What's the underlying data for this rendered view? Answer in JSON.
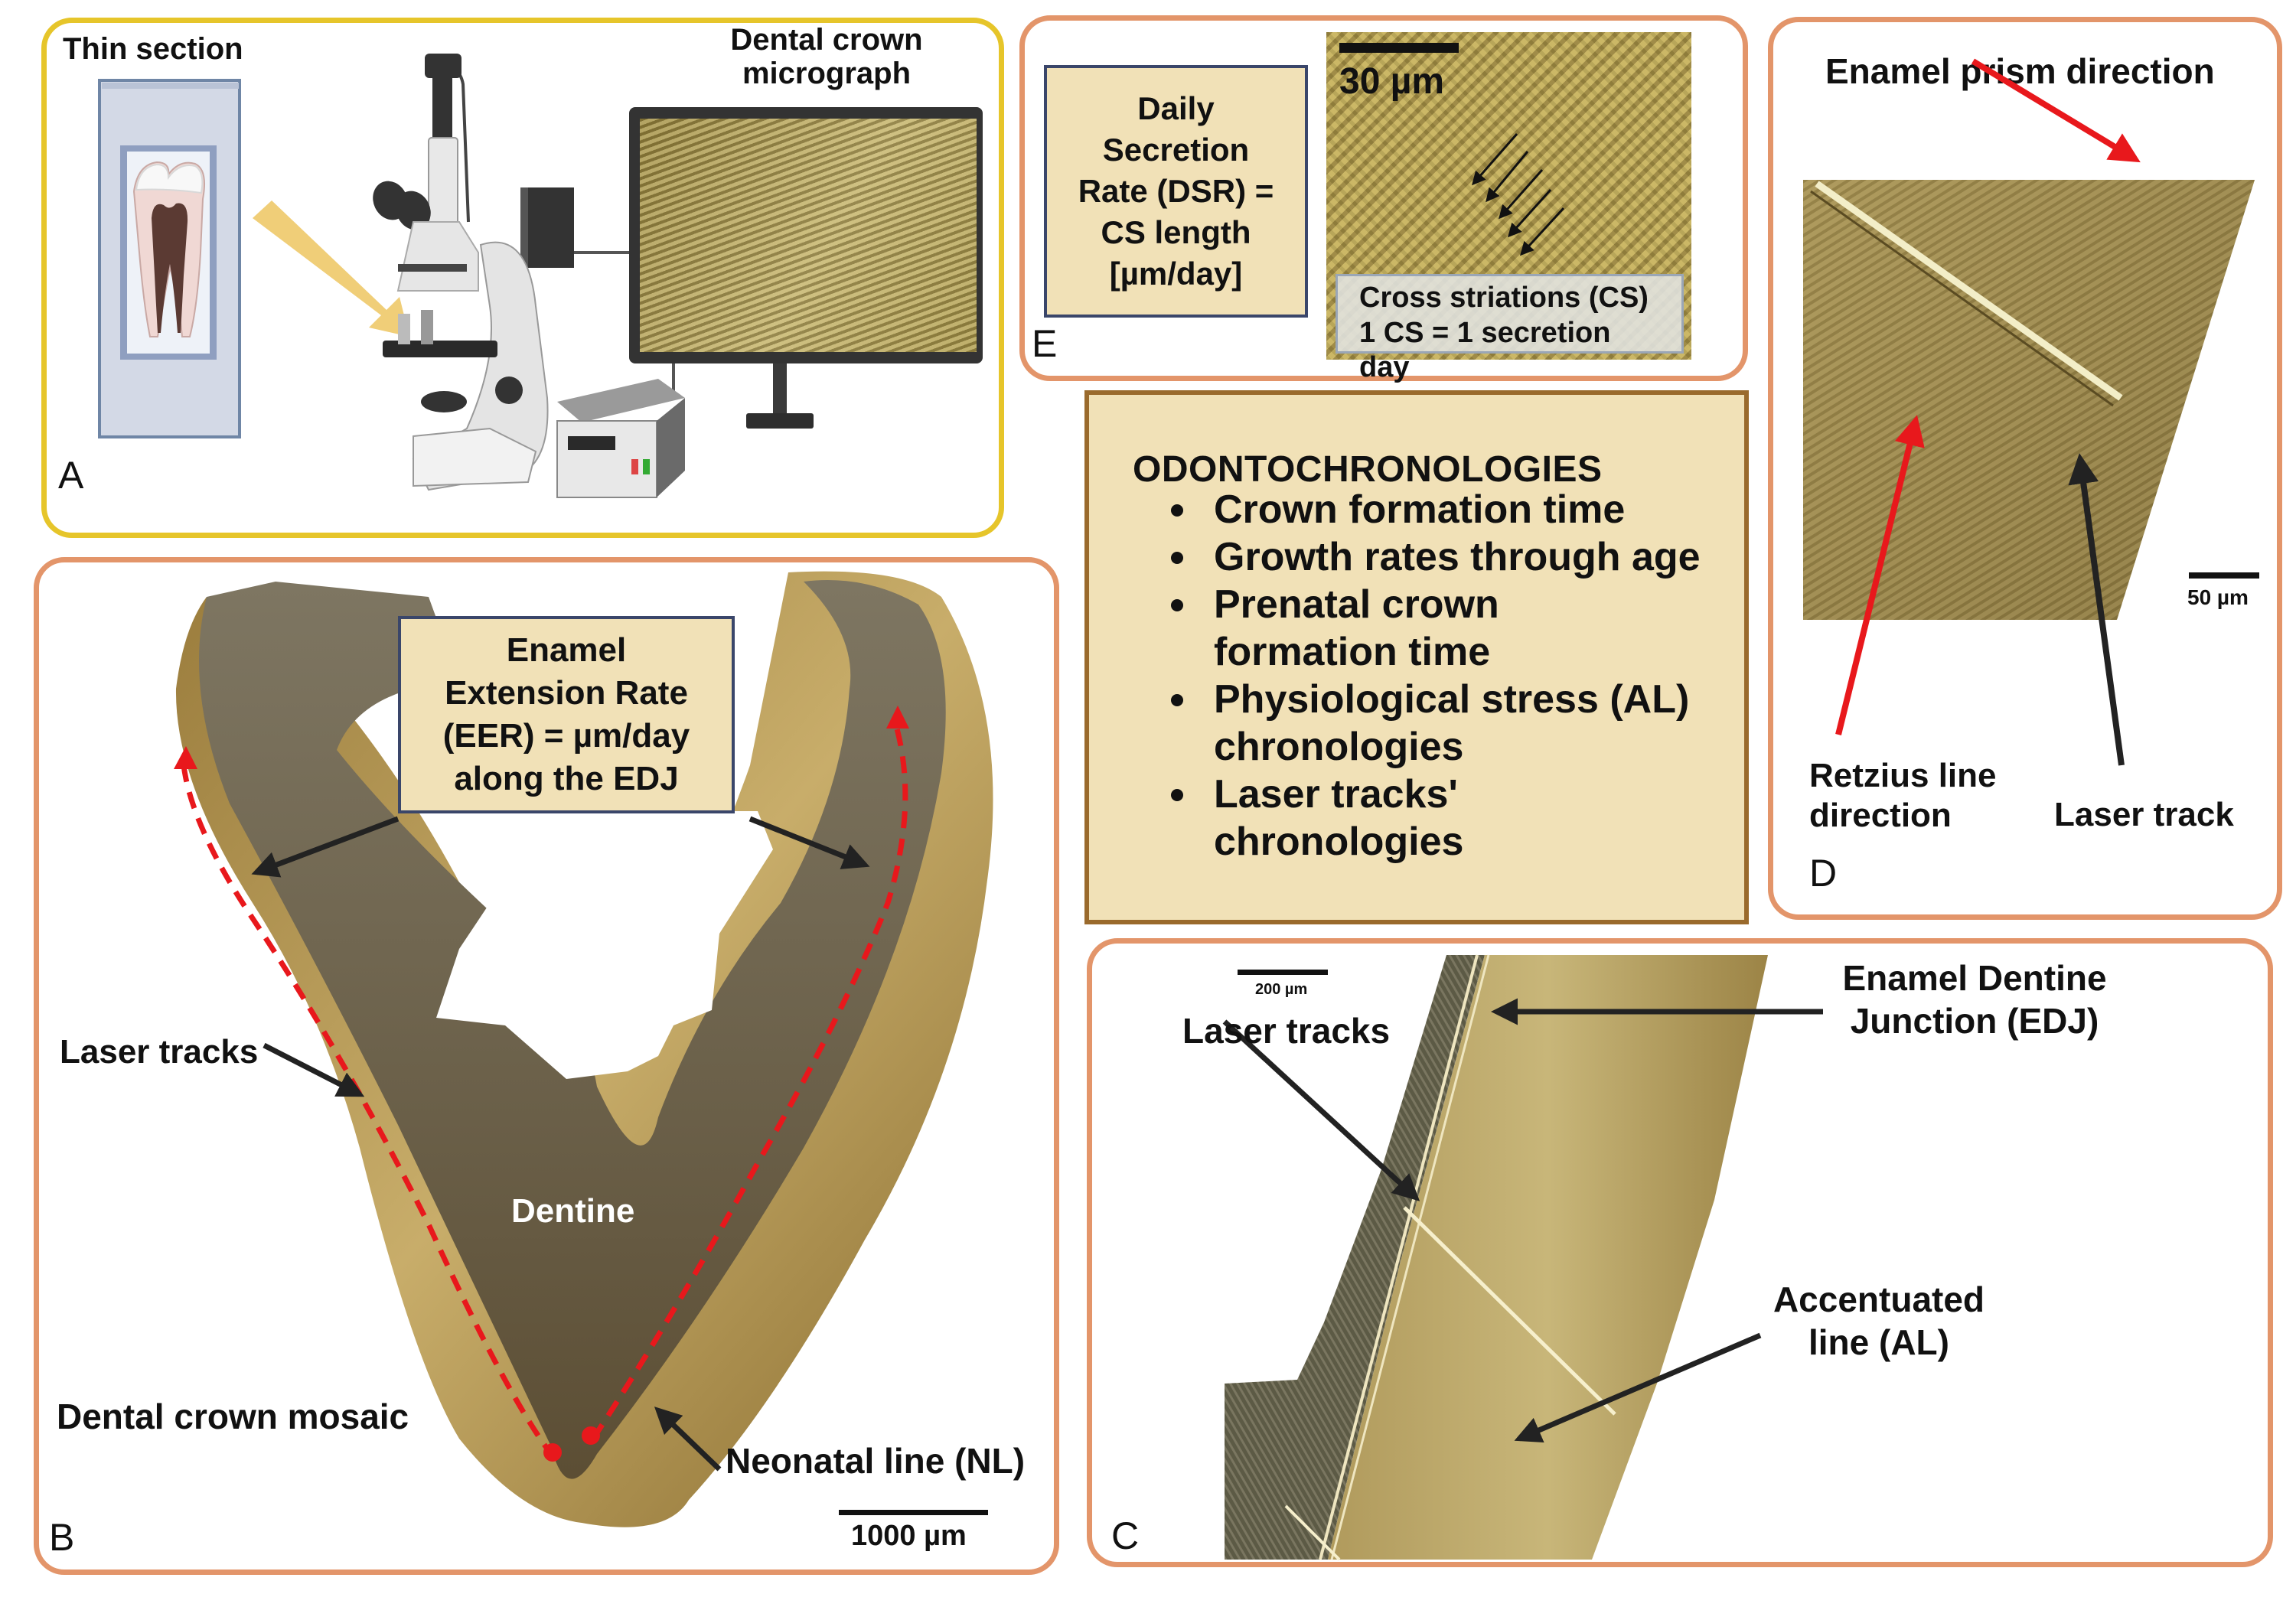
{
  "figure": {
    "panel_a": {
      "letter": "A",
      "thin_section_label": "Thin section",
      "micrograph_label_line1": "Dental crown",
      "micrograph_label_line2": "micrograph"
    },
    "panel_b": {
      "letter": "B",
      "eer_box": [
        "Enamel",
        "Extension Rate",
        "(EER) = µm/day",
        "along the EDJ"
      ],
      "laser_tracks_label": "Laser tracks",
      "dentine_label": "Dentine",
      "mosaic_label": "Dental crown mosaic",
      "neonatal_label": "Neonatal line (NL)",
      "scale_bar_label": "1000 µm"
    },
    "panel_e": {
      "letter": "E",
      "dsr_box": [
        "Daily",
        "Secretion",
        "Rate (DSR) =",
        "CS length",
        "[µm/day]"
      ],
      "scale_bar_label": "30 µm",
      "cs_caption_line1": "Cross striations (CS)",
      "cs_caption_line2": "1 CS = 1 secretion day"
    },
    "odontochronologies": {
      "title": "ODONTOCHRONOLOGIES",
      "items": [
        [
          "Crown formation time"
        ],
        [
          "Growth rates through age"
        ],
        [
          "Prenatal crown",
          "formation time"
        ],
        [
          "Physiological stress (AL)",
          "chronologies"
        ],
        [
          "Laser tracks'",
          "chronologies"
        ]
      ]
    },
    "panel_d": {
      "letter": "D",
      "prism_label": "Enamel prism direction",
      "retzius_label_line1": "Retzius line",
      "retzius_label_line2": "direction",
      "laser_track_label": "Laser track",
      "scale_bar_label": "50 µm"
    },
    "panel_c": {
      "letter": "C",
      "scale_bar_label": "200 µm",
      "laser_tracks_label": "Laser tracks",
      "edj_label_line1": "Enamel Dentine",
      "edj_label_line2": "Junction (EDJ)",
      "al_label_line1": "Accentuated",
      "al_label_line2": "line (AL)"
    }
  },
  "colors": {
    "panel_a_border": "#e6c52a",
    "panel_border": "#e3956a",
    "box_fill": "#f1e1b7",
    "box_border_navy": "#3a466a",
    "box_border_brown": "#9a6a2c",
    "arrow_red": "#e8181c",
    "arrow_black": "#222222"
  }
}
